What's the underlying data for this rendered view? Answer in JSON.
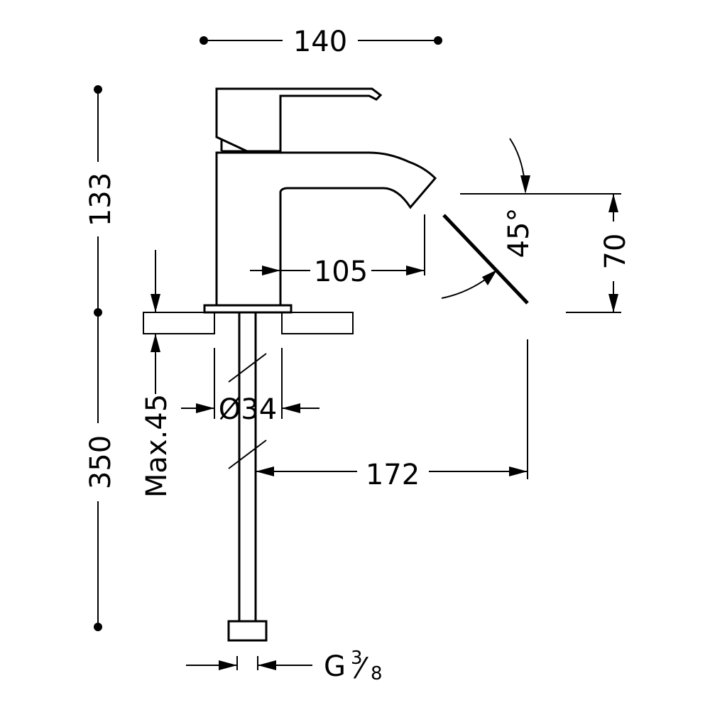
{
  "dimensions": {
    "width_top": "140",
    "height_body": "133",
    "height_below": "350",
    "spout_reach": "105",
    "spout_height": "70",
    "angle": "45°",
    "deck_thickness": "Max.45",
    "hole_diameter": "Ø34",
    "total_reach": "172",
    "connection_prefix": "G",
    "connection_numerator": "3",
    "connection_slash": "⁄",
    "connection_denominator": "8"
  },
  "colors": {
    "line": "#000000",
    "background": "#ffffff"
  }
}
